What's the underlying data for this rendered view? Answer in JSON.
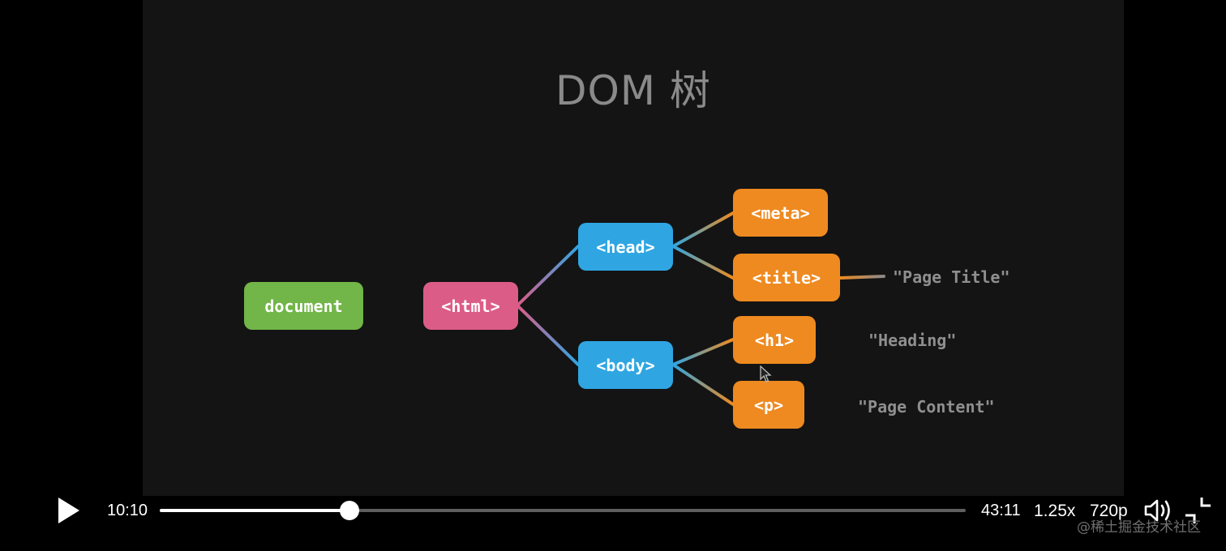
{
  "slide": {
    "title": "DOM 树",
    "nodes": {
      "document": "document",
      "html": "<html>",
      "head": "<head>",
      "body": "<body>",
      "meta": "<meta>",
      "title": "<title>",
      "h1": "<h1>",
      "p": "<p>"
    },
    "text_nodes": {
      "page_title": "\"Page Title\"",
      "heading": "\"Heading\"",
      "page_content": "\"Page Content\""
    },
    "colors": {
      "document": "#72b548",
      "html": "#dc5c88",
      "head_body": "#2fa6e2",
      "leaf_elements": "#ee8a20",
      "text_nodes": "#8f8f8f"
    }
  },
  "player": {
    "current_time": "10:10",
    "duration": "43:11",
    "progress_fraction": 0.2355,
    "speed": "1.25x",
    "quality": "720p",
    "icons": {
      "play": "play-icon",
      "volume": "volume-icon",
      "exit_fullscreen": "exit-fullscreen-icon"
    }
  },
  "watermark": "@稀土掘金技术社区"
}
